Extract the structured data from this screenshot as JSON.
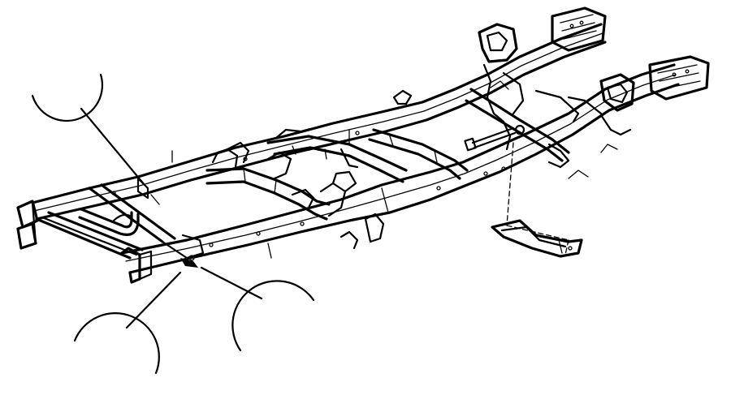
{
  "diagram": {
    "kind": "exploded-view line drawing",
    "colors": {
      "ink": "#000000",
      "background": "#ffffff"
    },
    "callouts": [
      {
        "name": "callout-circle-upper-left",
        "label": ""
      },
      {
        "name": "callout-circle-lower-left",
        "label": ""
      },
      {
        "name": "callout-circle-lower-center",
        "label": ""
      }
    ]
  }
}
